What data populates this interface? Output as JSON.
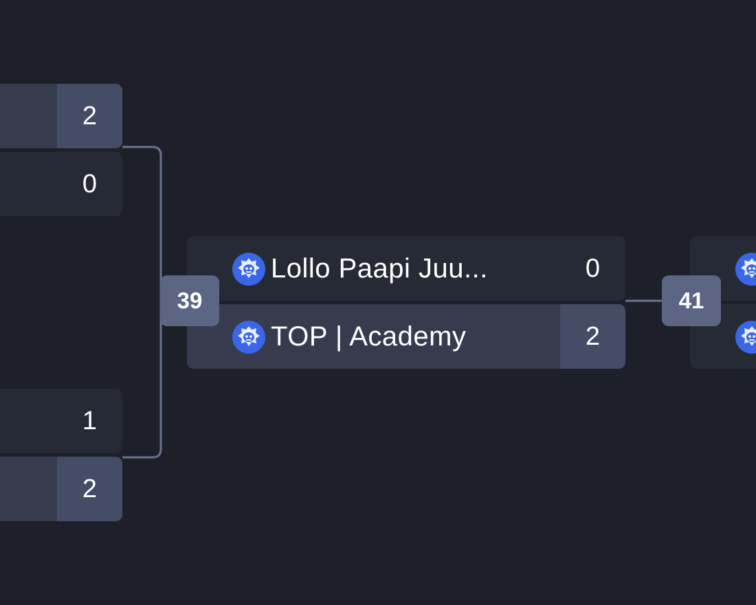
{
  "colors": {
    "background": "#1d2028",
    "row": "#262a34",
    "row_winner": "#363c4e",
    "score_winner": "#454c65",
    "badge": "#5d6584",
    "connector": "#6a7390",
    "logo": "#3a67e8"
  },
  "left_round": {
    "match_top": {
      "team1": {
        "name": "",
        "score": "2",
        "winner": true
      },
      "team2": {
        "name": "",
        "score": "0",
        "winner": false
      }
    },
    "match_bottom": {
      "team1": {
        "name": "",
        "score": "1",
        "winner": false
      },
      "team2": {
        "name": "",
        "score": "2",
        "winner": true
      }
    }
  },
  "center_match": {
    "number": "39",
    "team1": {
      "name": "Lollo Paapi Juu...",
      "score": "0",
      "winner": false,
      "icon": "brawl-stars-logo-icon"
    },
    "team2": {
      "name": "TOP | Academy",
      "score": "2",
      "winner": true,
      "icon": "brawl-stars-logo-icon"
    }
  },
  "right_match": {
    "number": "41",
    "team1": {
      "icon": "brawl-stars-logo-icon"
    },
    "team2": {
      "icon": "brawl-stars-logo-icon"
    }
  }
}
